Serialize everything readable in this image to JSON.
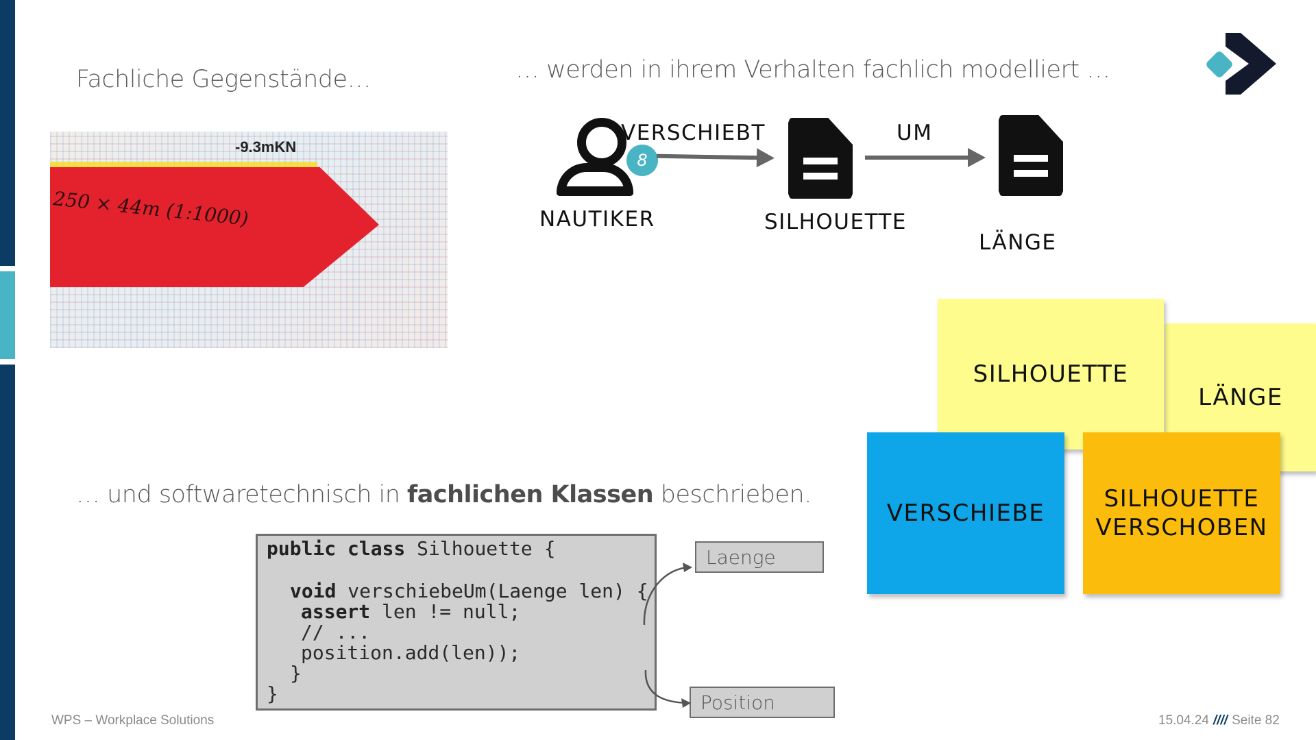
{
  "headings": {
    "left": "Fachliche Gegenstände…",
    "right": "… werden in ihrem Verhalten fachlich modelliert …",
    "bottom_pre": "… und softwaretechnisch in ",
    "bottom_bold": "fachlichen Klassen",
    "bottom_post": " beschrieben."
  },
  "photo": {
    "top_label": "-9.3mKN",
    "tape_text": "250 × 44m (1:1000)"
  },
  "diagram": {
    "actor_label": "NAUTIKER",
    "badge": "8",
    "verb1": "VERSCHIEBT",
    "object1": "SILHOUETTE",
    "verb2": "UM",
    "object2": "LÄNGE"
  },
  "notes": {
    "silhouette": "SILHOUETTE",
    "laenge": "LÄNGE",
    "verschiebe": "VERSCHIEBE",
    "verschoben_line1": "SILHOUETTE",
    "verschoben_line2": "VERSCHOBEN"
  },
  "code": {
    "line1_kw": "public class",
    "line1_rest": " Silhouette {",
    "line2_kw": "void",
    "line2_rest": " verschiebeUm(Laenge len) {",
    "line3_kw": "assert",
    "line3_rest": " len != null;",
    "line4": "// ...",
    "line5": "position.add(len));",
    "line6": "}",
    "line7": "}"
  },
  "refs": {
    "laenge": "Laenge",
    "position": "Position"
  },
  "footer": {
    "left": "WPS – Workplace Solutions",
    "date": "15.04.24",
    "separator": "////",
    "page": "Seite 82"
  },
  "colors": {
    "navy": "#0c3c63",
    "teal": "#49b4c3",
    "note_yellow": "#fdfc8c",
    "note_blue": "#0ea6e8",
    "note_orange": "#fcbc0c"
  }
}
